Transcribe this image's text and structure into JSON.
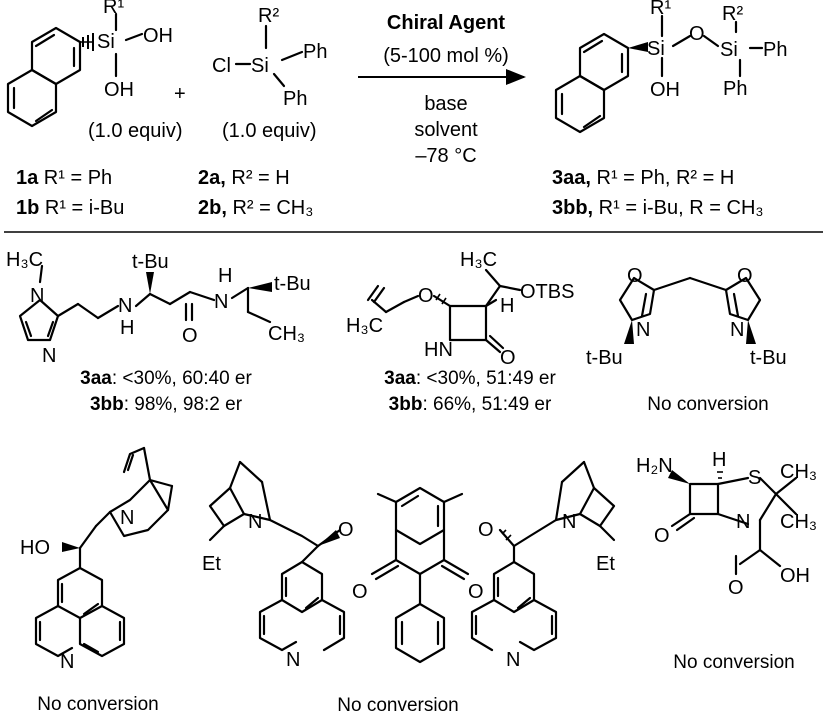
{
  "reaction": {
    "reagent_title": "Chiral Agent",
    "reagent_loading": "(5-100 mol %)",
    "cond_base": "base",
    "cond_solvent": "solvent",
    "cond_temp": "–78 °C",
    "silanol_equiv": "(1.0 equiv)",
    "chlorosilane_equiv": "(1.0 equiv)",
    "plus": "+",
    "silanol_variants": [
      {
        "id": "1a",
        "text": " R¹ = Ph"
      },
      {
        "id": "1b",
        "text": " R¹ = i-Bu"
      }
    ],
    "chlorosilane_variants": [
      {
        "id": "2a,",
        "text": " R² = H"
      },
      {
        "id": "2b,",
        "text": " R² = CH₃"
      }
    ],
    "product_variants": [
      {
        "id": "3aa,",
        "text": " R¹ = Ph, R² = H"
      },
      {
        "id": "3bb,",
        "text": " R¹ = i-Bu, R = CH₃"
      }
    ]
  },
  "catalysts": [
    {
      "name": "imidazole-peptide",
      "results": [
        {
          "compound": "3aa",
          "text": ": <30%, 60:40 er"
        },
        {
          "compound": "3bb",
          "text": ": 98%, 98:2 er"
        }
      ]
    },
    {
      "name": "azetidinone",
      "results": [
        {
          "compound": "3aa",
          "text": ": <30%, 51:49 er"
        },
        {
          "compound": "3bb",
          "text": ": 66%, 51:49 er"
        }
      ]
    },
    {
      "name": "bisoxazoline",
      "outcome": "No conversion"
    },
    {
      "name": "cinchona-alkaloid",
      "outcome": "No conversion"
    },
    {
      "name": "anthraquinone-bis-cinchona",
      "outcome": "No conversion"
    },
    {
      "name": "penicillanic-acid",
      "outcome": "No conversion"
    }
  ],
  "atom_labels": {
    "R1": "R¹",
    "R2": "R²",
    "Si": "Si",
    "OH": "OH",
    "HO": "HO",
    "O": "O",
    "Cl": "Cl",
    "Ph": "Ph",
    "H": "H",
    "N": "N",
    "Et": "Et",
    "S": "S",
    "t_Bu": "t-Bu",
    "H3C": "H₃C",
    "CH3": "CH₃",
    "OTBS": "OTBS",
    "HN": "HN",
    "H2N": "H₂N"
  }
}
